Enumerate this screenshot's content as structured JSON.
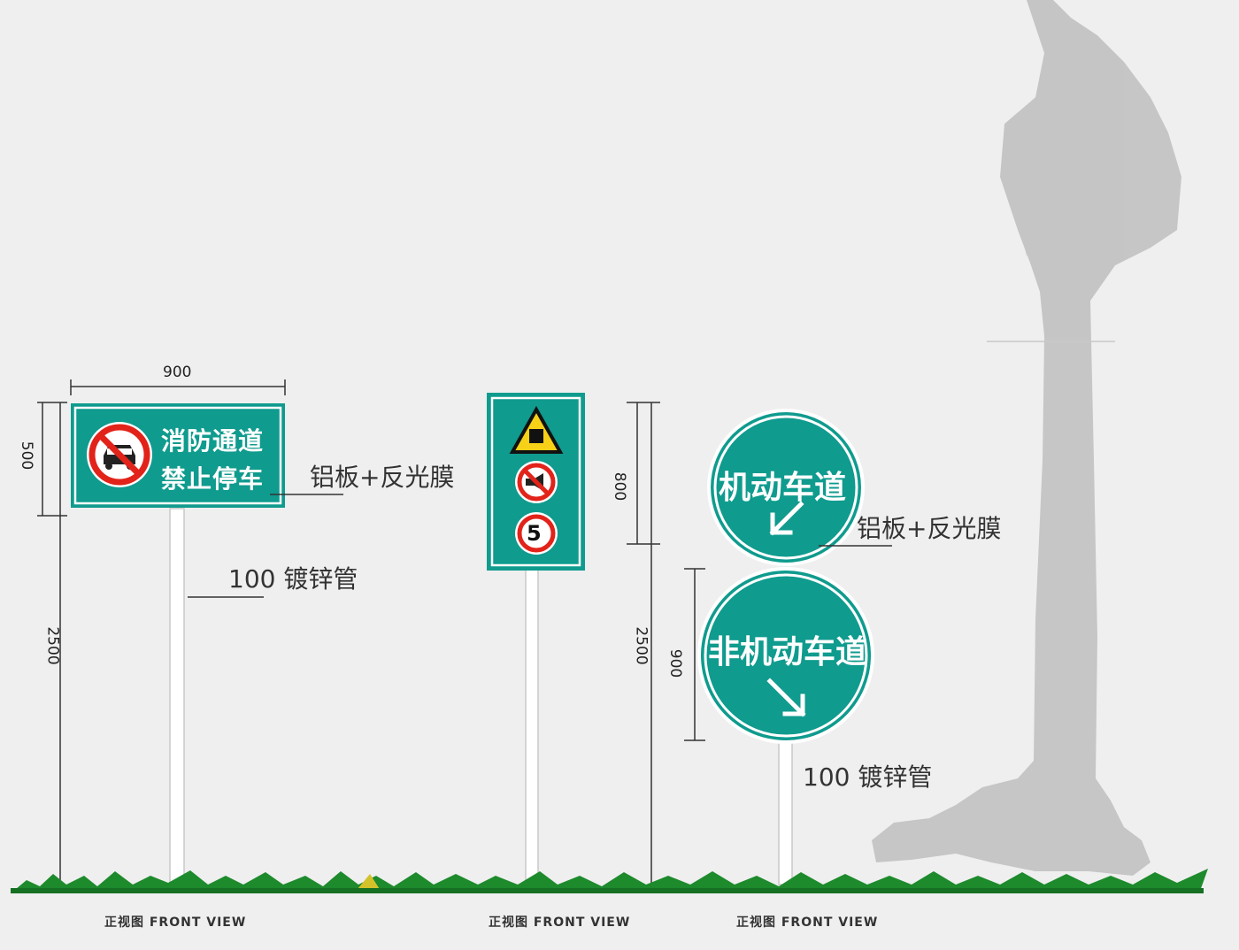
{
  "colors": {
    "sign_green": "#0f9b8e",
    "grass_green": "#1d8a2c",
    "grass_yellow": "#d4c22a",
    "prohibition_red": "#e2231a",
    "warning_yellow": "#f7d117",
    "silhouette_gray": "#b8b8b8",
    "dimension_line": "#333333"
  },
  "sign1": {
    "width_label": "900",
    "height_label": "500",
    "total_height_label": "2500",
    "line1": "消防通道",
    "line2": "禁止停车",
    "icon": "no-parking-car-icon",
    "material_label": "铝板+反光膜",
    "pole_label": "100 镀锌管"
  },
  "sign2": {
    "height_label": "800",
    "total_height_label": "2500",
    "icons": [
      "warning-triangle-icon",
      "no-horn-icon",
      "speed-limit-icon"
    ],
    "speed_limit": "5"
  },
  "sign3": {
    "diameter_label": "900",
    "top_circle_text": "机动车道",
    "top_arrow": "down-left-arrow-icon",
    "bottom_circle_text": "非机动车道",
    "bottom_arrow": "down-right-arrow-icon",
    "material_label": "铝板+反光膜",
    "pole_label": "100 镀锌管"
  },
  "captions": [
    "正视图 FRONT VIEW",
    "正视图 FRONT VIEW",
    "正视图 FRONT VIEW"
  ]
}
